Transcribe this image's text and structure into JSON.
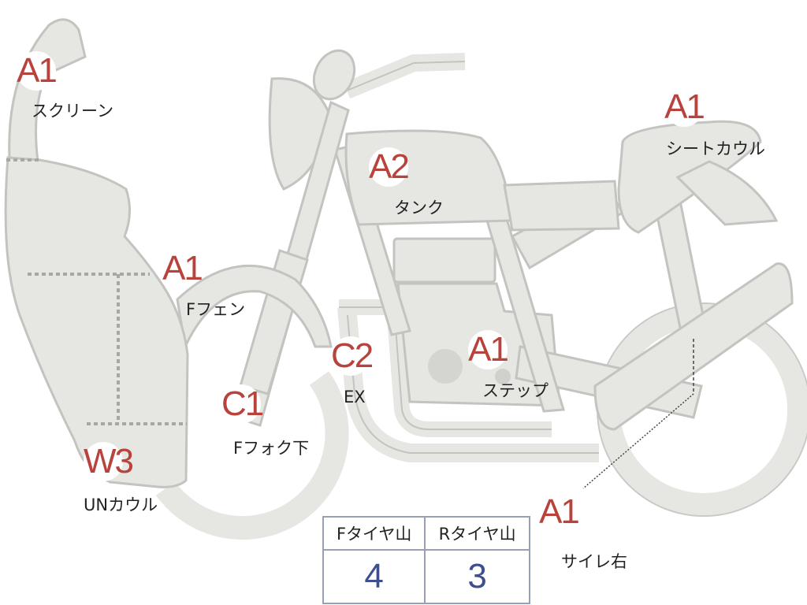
{
  "parts": [
    {
      "grade": "A1",
      "label": "スクリーン"
    },
    {
      "grade": "A2",
      "label": "タンク"
    },
    {
      "grade": "A1",
      "label": "シートカウル"
    },
    {
      "grade": "A1",
      "label": "Fフェン"
    },
    {
      "grade": "C2",
      "label": "EX"
    },
    {
      "grade": "A1",
      "label": "ステップ"
    },
    {
      "grade": "C1",
      "label": "Fフォク下"
    },
    {
      "grade": "W3",
      "label": "UNカウル"
    },
    {
      "grade": "A1",
      "label": "サイレ右"
    }
  ],
  "tire_table": {
    "headers": [
      "Fタイヤ山",
      "Rタイヤ山"
    ],
    "values": [
      "4",
      "3"
    ]
  },
  "colors": {
    "grade_text": "#b8423c",
    "table_value": "#3f4e8c",
    "bike_fill": "#e6e6e3"
  }
}
